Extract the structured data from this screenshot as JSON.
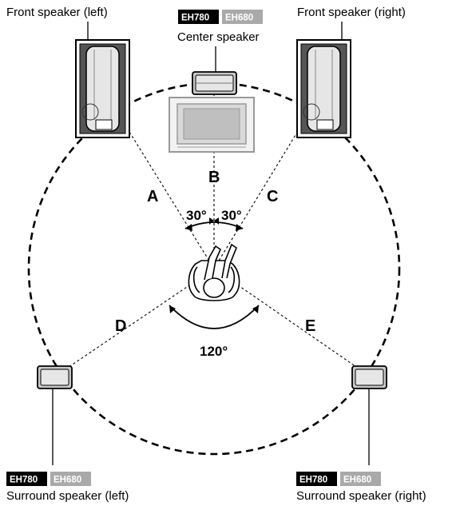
{
  "labels": {
    "front_left": "Front speaker (left)",
    "front_right": "Front speaker (right)",
    "center": "Center speaker",
    "surround_left": "Surround speaker (left)",
    "surround_right": "Surround speaker (right)"
  },
  "model_badges": {
    "dark": "EH780",
    "light": "EH680"
  },
  "distances": {
    "a": "A",
    "b": "B",
    "c": "C",
    "d": "D",
    "e": "E"
  },
  "angles": {
    "left_front": "30°",
    "right_front": "30°",
    "rear": "120°"
  },
  "colors": {
    "badge_dark": "#000000",
    "badge_light": "#a9a9a9",
    "speaker_fill": "#c8c8c8",
    "tv_fill": "#d9d9d9"
  }
}
